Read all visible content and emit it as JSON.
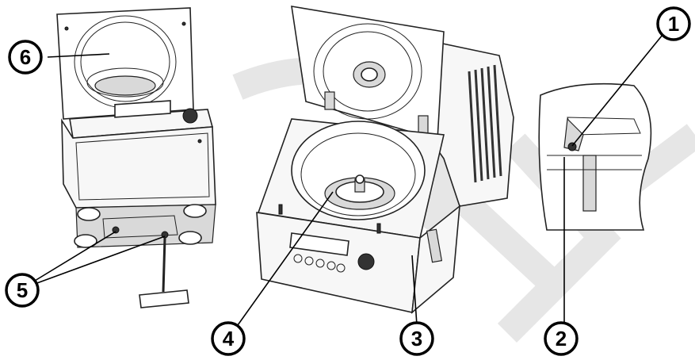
{
  "callouts": [
    {
      "id": "1",
      "label": "1"
    },
    {
      "id": "2",
      "label": "2"
    },
    {
      "id": "3",
      "label": "3"
    },
    {
      "id": "4",
      "label": "4"
    },
    {
      "id": "5",
      "label": "5"
    },
    {
      "id": "6",
      "label": "6"
    }
  ],
  "colors": {
    "outline": "#222222",
    "watermark": "#e6e6e6",
    "background": "#ffffff"
  }
}
